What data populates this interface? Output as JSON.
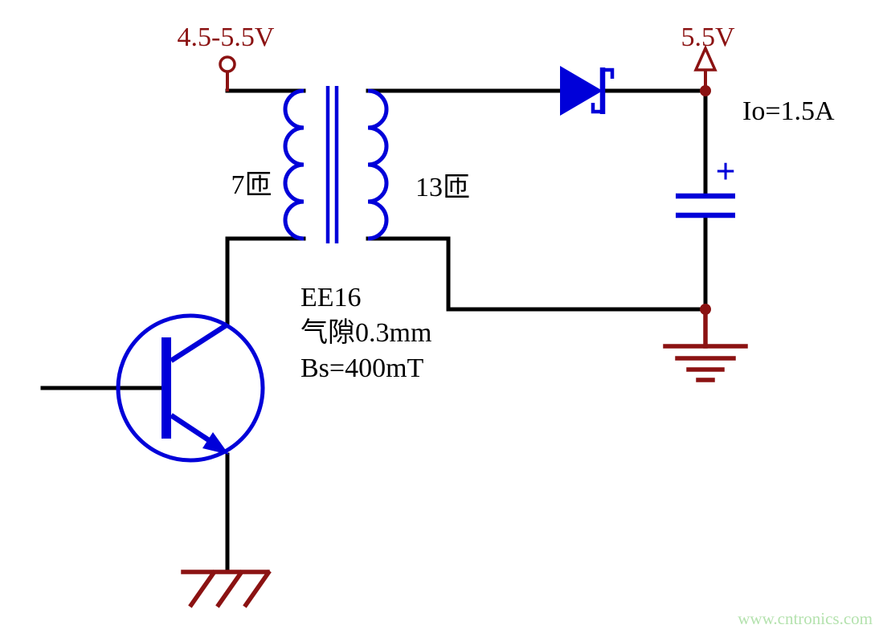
{
  "colors": {
    "wire_black": "#000000",
    "component_blue": "#0000d9",
    "accent_dark_red": "#8b1212",
    "watermark_green": "#b4e2ae",
    "background": "#ffffff"
  },
  "labels": {
    "input_voltage": "4.5-5.5V",
    "primary_turns": "7匝",
    "secondary_turns": "13匝",
    "output_voltage": "5.5V",
    "output_current": "Io=1.5A",
    "plus_sign": "+",
    "core_type": "EE16",
    "air_gap": "气隙0.3mm",
    "flux_density": "Bs=400mT",
    "watermark": "www.cntronics.com"
  },
  "components": [
    {
      "name": "input-terminal",
      "symbol": "open-circle-terminal"
    },
    {
      "name": "transformer",
      "symbol": "two-winding-transformer-with-core"
    },
    {
      "name": "diode",
      "symbol": "schottky-diode"
    },
    {
      "name": "output-capacitor",
      "symbol": "polarized-capacitor"
    },
    {
      "name": "switch-transistor",
      "symbol": "npn-transistor"
    },
    {
      "name": "output-ground",
      "symbol": "earth-ground"
    },
    {
      "name": "emitter-ground",
      "symbol": "chassis-ground"
    }
  ]
}
